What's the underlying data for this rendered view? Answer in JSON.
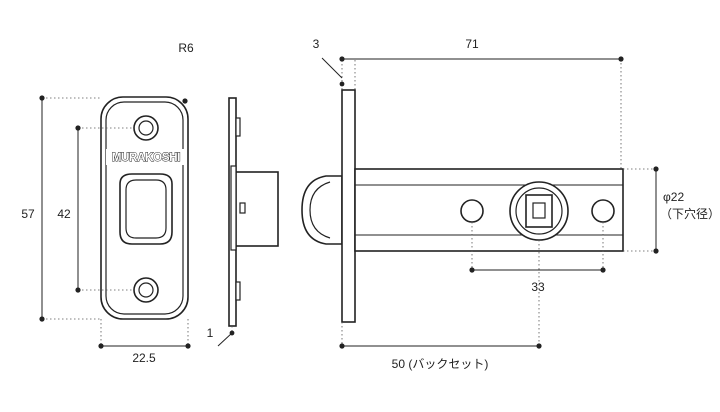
{
  "dimensions": {
    "faceplate_height": "57",
    "screw_spacing": "42",
    "faceplate_width": "22.5",
    "corner_radius": "R6",
    "plate_thickness": "1",
    "face_thickness": "3",
    "overall_length": "71",
    "hole_diameter": "φ22",
    "hole_note": "（下穴径）",
    "hole_spacing": "33",
    "backset": "50 (バックセット)"
  },
  "brand": {
    "logo_text": "MURAKOSHI"
  },
  "colors": {
    "line": "#222222",
    "background": "#ffffff"
  }
}
